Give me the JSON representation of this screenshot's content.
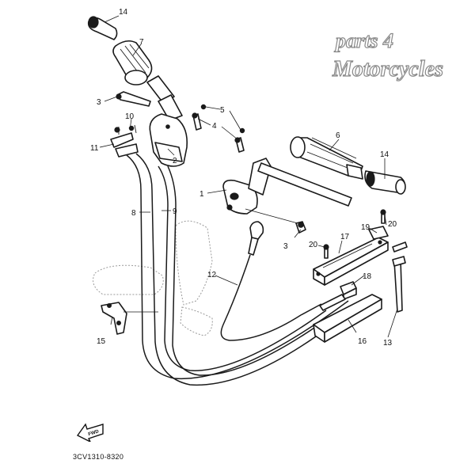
{
  "watermark": {
    "line1": "parts 4",
    "line2": "Motorcycles"
  },
  "fwd_label": "FWD",
  "diagram_code": "3CV1310-8320",
  "callouts": {
    "c14a": "14",
    "c7": "7",
    "c3a": "3",
    "c10": "10",
    "c11": "11",
    "c5": "5",
    "c4": "4",
    "c2": "2",
    "c6": "6",
    "c14b": "14",
    "c1": "1",
    "c8a": "8",
    "c9": "9",
    "c3b": "3",
    "c12": "12",
    "c20a": "20",
    "c17": "17",
    "c19": "19",
    "c20b": "20",
    "c18": "18",
    "c15": "15",
    "c16": "16",
    "c13": "13"
  }
}
